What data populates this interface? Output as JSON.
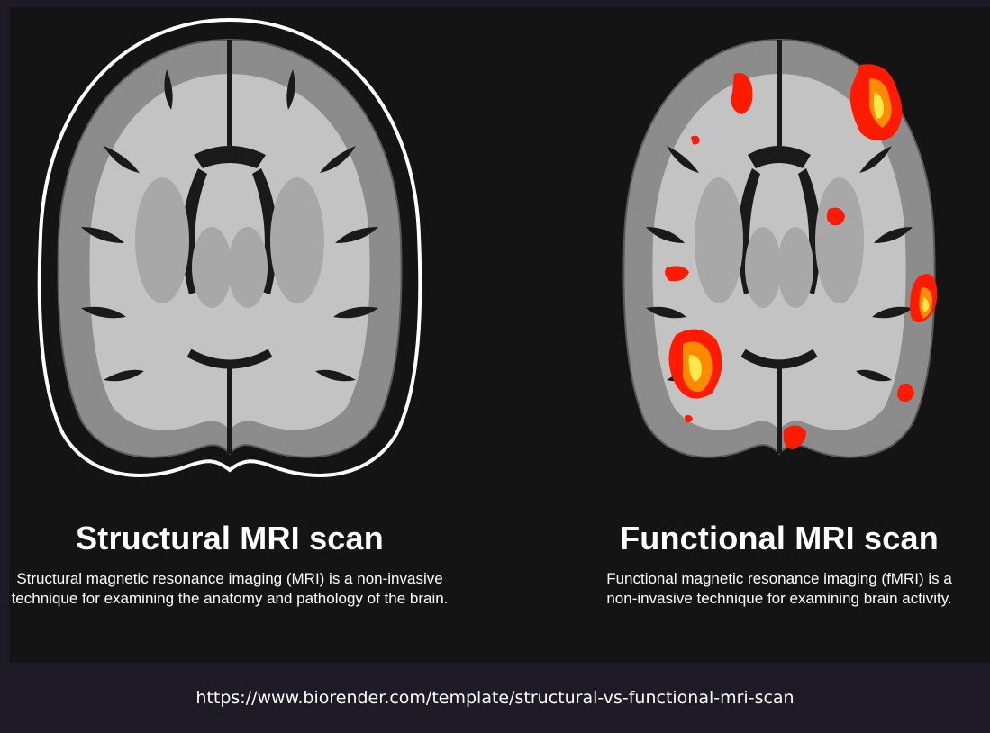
{
  "panels": [
    {
      "id": "structural",
      "title": "Structural MRI scan",
      "description": "Structural magnetic resonance imaging (MRI) is a non-invasive technique for examining the anatomy and pathology of the brain."
    },
    {
      "id": "functional",
      "title": "Functional MRI scan",
      "description": "Functional magnetic resonance imaging (fMRI) is a non-invasive technique for examining brain activity."
    }
  ],
  "source_url": "https://www.biorender.com/template/structural-vs-functional-mri-scan",
  "colors": {
    "background": "#141414",
    "outer_background": "#1e1b26",
    "grey_matter": "#8c8c8c",
    "white_matter": "#c3c3c3",
    "deep_structures": "#a8a8a8",
    "sulci": "#1a1a1a",
    "skull_outline": "#ffffff",
    "activation_low": "#ff1a00",
    "activation_mid": "#ff8c00",
    "activation_high": "#ffe84d"
  }
}
